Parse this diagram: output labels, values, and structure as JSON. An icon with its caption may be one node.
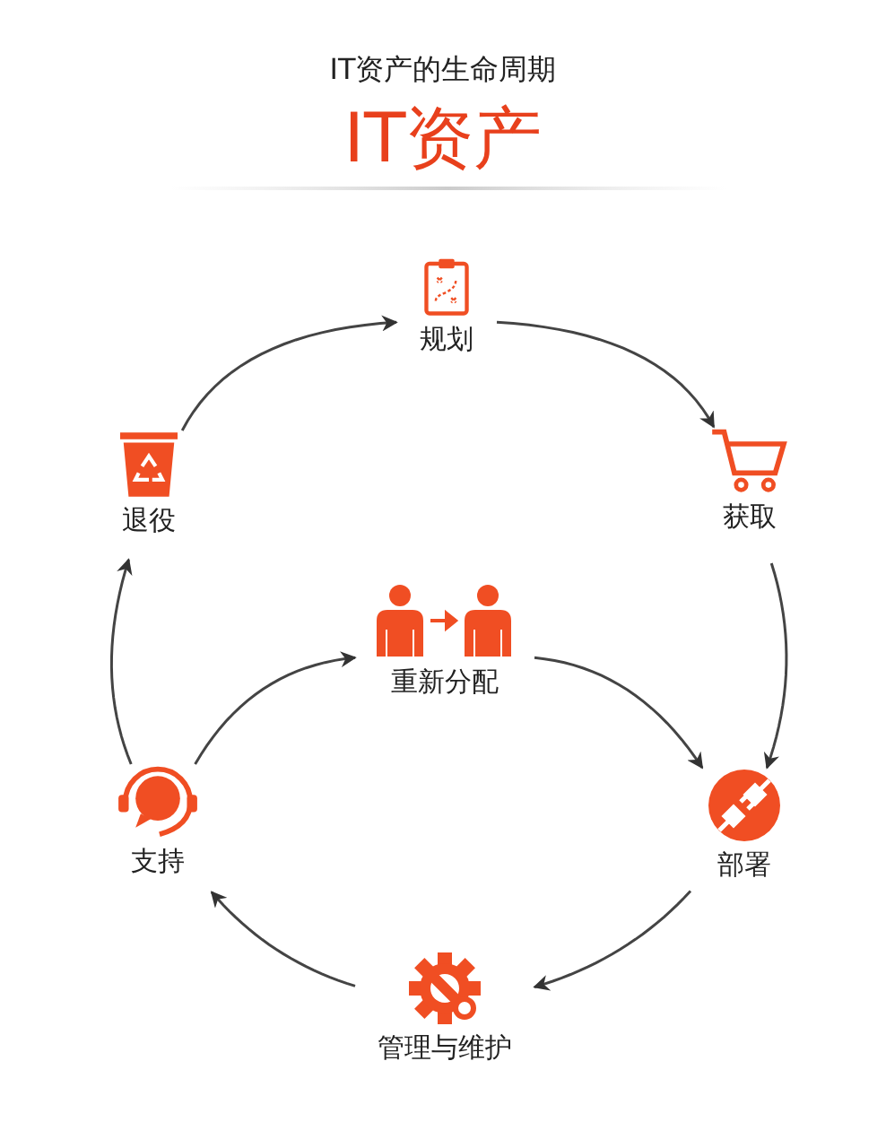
{
  "diagram": {
    "title": "IT资产的生命周期",
    "nodes": [
      {
        "text": [
          "规划"
        ]
      },
      {
        "text": [
          "退役"
        ]
      },
      {
        "text": [
          "获取"
        ]
      },
      {
        "text": [
          "重新分配"
        ]
      },
      {
        "text": [
          "支持"
        ]
      },
      {
        "text": [
          "部署"
        ]
      },
      {
        "text": [
          "管理与维护"
        ]
      }
    ],
    "edges": [
      {
        "from": 1,
        "to": 0,
        "arrow": "to"
      },
      {
        "from": 0,
        "to": 2,
        "arrow": "to"
      },
      {
        "from": 2,
        "to": 5,
        "arrow": "to"
      },
      {
        "from": 5,
        "to": 6,
        "arrow": "to"
      },
      {
        "from": 6,
        "to": 4,
        "arrow": "to"
      },
      {
        "from": 4,
        "to": 1,
        "arrow": "to"
      },
      {
        "from": 4,
        "to": 3,
        "arrow": "to"
      },
      {
        "from": 3,
        "to": 5,
        "arrow": "to"
      }
    ],
    "labels": [
      "IT资产"
    ]
  }
}
